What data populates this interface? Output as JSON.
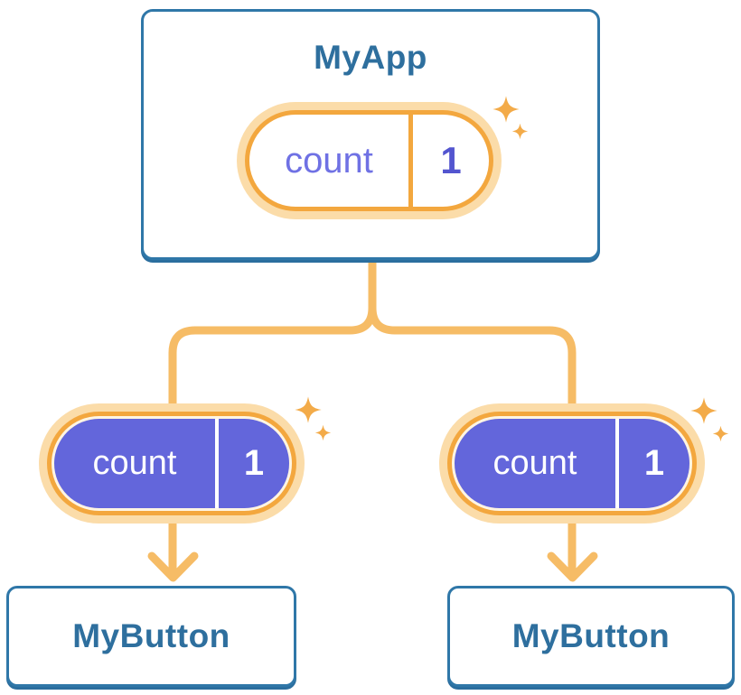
{
  "diagram": {
    "root": {
      "title": "MyApp",
      "state_pill": {
        "name": "count",
        "value": "1"
      }
    },
    "children": [
      {
        "title": "MyButton",
        "prop_pill": {
          "name": "count",
          "value": "1"
        }
      },
      {
        "title": "MyButton",
        "prop_pill": {
          "name": "count",
          "value": "1"
        }
      }
    ],
    "icons": {
      "sparkle_big": "sparkle-icon",
      "sparkle_small": "sparkle-icon"
    },
    "colors": {
      "background": "#FFFFFF",
      "card_border": "#2F77A8",
      "card_fill": "#FFFFFF",
      "heading_text": "#2E6F9E",
      "pill_glow": "#FBDCA9",
      "pill_ring": "#F3A73E",
      "pill_inner_gap": "#FFF5E3",
      "pill_purple_fill": "#6366DB",
      "state_label_text": "#6F71E4",
      "state_value_text": "#5355CF",
      "prop_pill_text": "#FFFFFF",
      "connector_line": "#F6BC66",
      "sparkle": "#F3AB49"
    }
  }
}
